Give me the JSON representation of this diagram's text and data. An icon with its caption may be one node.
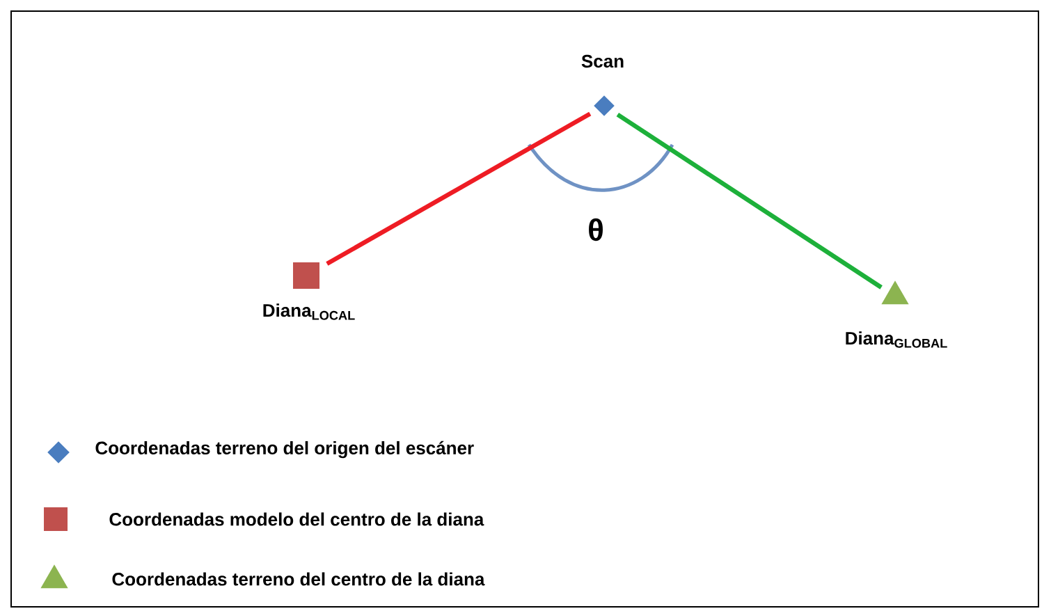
{
  "diagram": {
    "nodes": [
      {
        "text": [
          "Scan"
        ]
      },
      {
        "text": [
          "Diana$_{LOCAL}$"
        ]
      },
      {
        "text": [
          "Diana$_{GLOBAL}$"
        ]
      }
    ],
    "edges": [
      {
        "from": 1,
        "to": 0,
        "arrow": "none",
        "color": "#ee1c24"
      },
      {
        "from": 0,
        "to": 2,
        "arrow": "none",
        "color": "#1db03a"
      }
    ],
    "labels": [
      "θ"
    ],
    "legend": [
      {
        "text": "Coordenadas terreno del origen del escáner"
      },
      {
        "text": "Coordenadas modelo del centro de la diana"
      },
      {
        "text": "Coordenadas terreno del centro de la diana"
      }
    ]
  }
}
